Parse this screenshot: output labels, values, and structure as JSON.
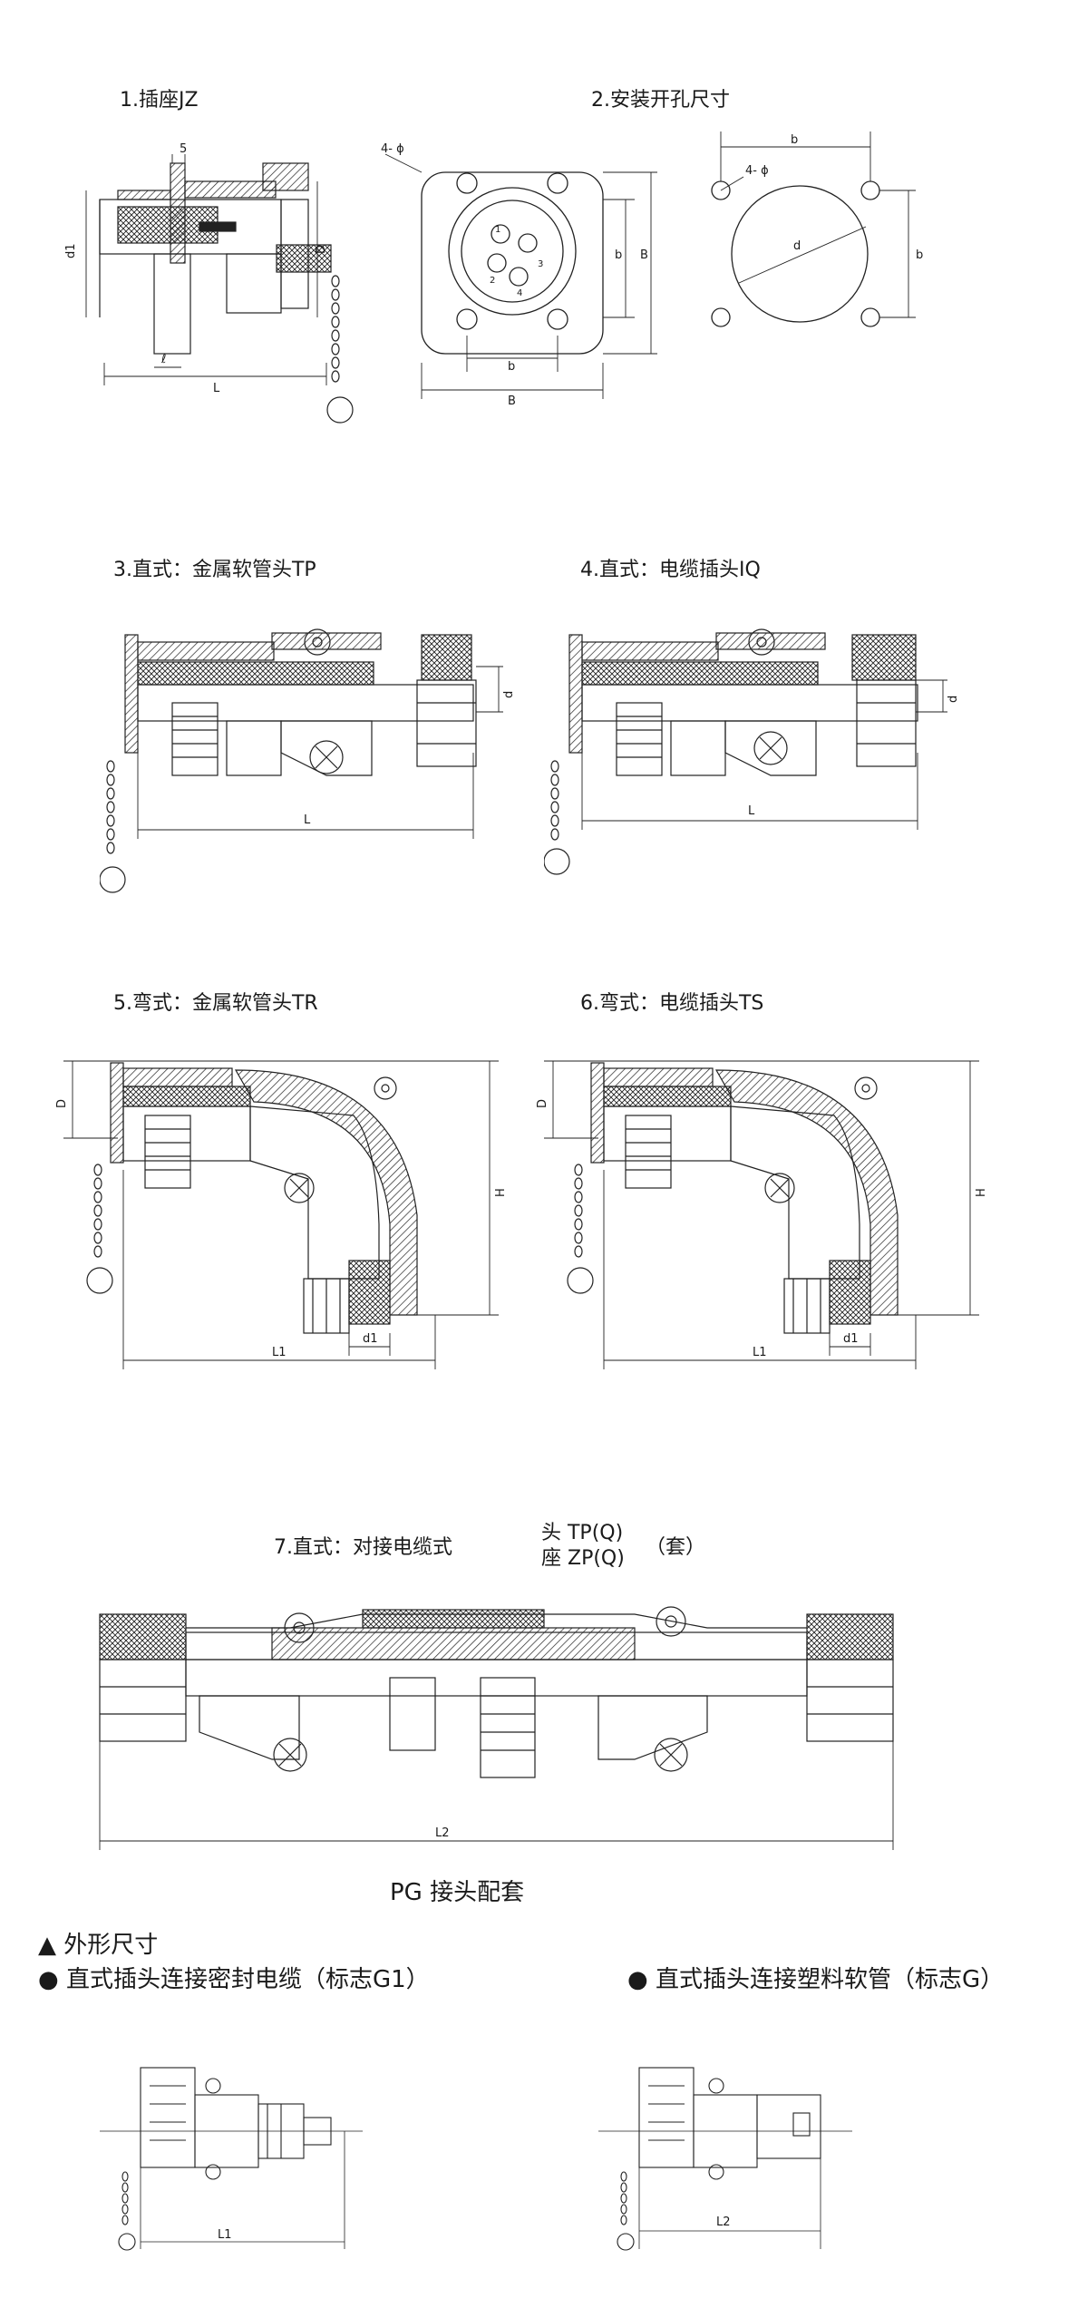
{
  "sections": {
    "s1": "1.插座JZ",
    "s2": "2.安装开孔尺寸",
    "s3": "3.直式：金属软管头TP",
    "s4": "4.直式：电缆插头IQ",
    "s5": "5.弯式：金属软管头TR",
    "s6": "6.弯式：电缆插头TS",
    "s7": "7.直式：对接电缆式",
    "s7_head": "头 TP(Q)",
    "s7_seat": "座 ZP(Q)",
    "s7_set": "（套）"
  },
  "dims": {
    "five": "5",
    "d1": "d1",
    "D": "D",
    "l": "ℓ",
    "L": "L",
    "four_d": "4- ɸ",
    "b": "b",
    "B": "B",
    "d": "d",
    "H": "H",
    "L1": "L1",
    "L2": "L2",
    "pin1": "1",
    "pin2": "2",
    "pin3": "3",
    "pin4": "4"
  },
  "pg": {
    "title": "PG 接头配套",
    "shape_label": "▲ 外形尺寸",
    "left_label": "●  直式插头连接密封电缆（标志G1）",
    "right_label": "● 直式插头连接塑料软管（标志G）"
  }
}
